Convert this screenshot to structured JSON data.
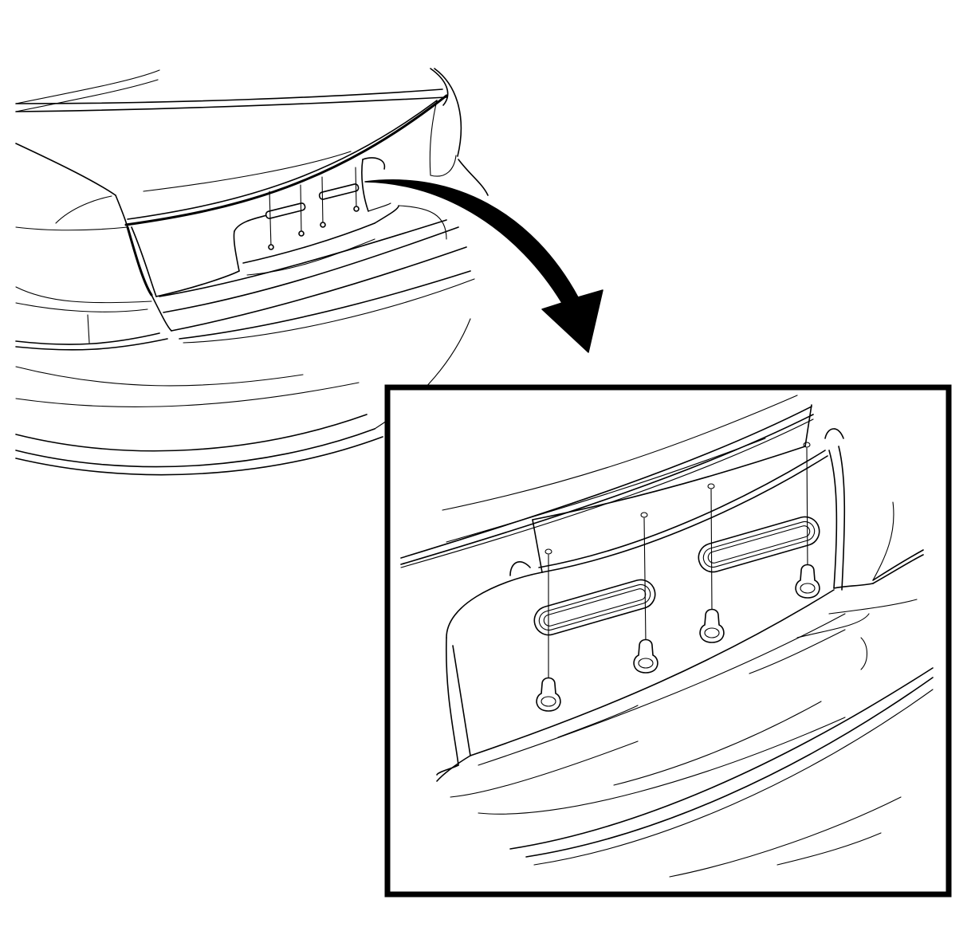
{
  "figure": {
    "description_visible_text": [],
    "background": "#ffffff",
    "line_color": "#000000",
    "parts": [
      "overview-vehicle-rear",
      "callout-arrow",
      "detail-inset"
    ],
    "overview_fasteners": 4,
    "overview_pads": 2,
    "detail_fasteners": 4,
    "detail_pads": 2
  }
}
